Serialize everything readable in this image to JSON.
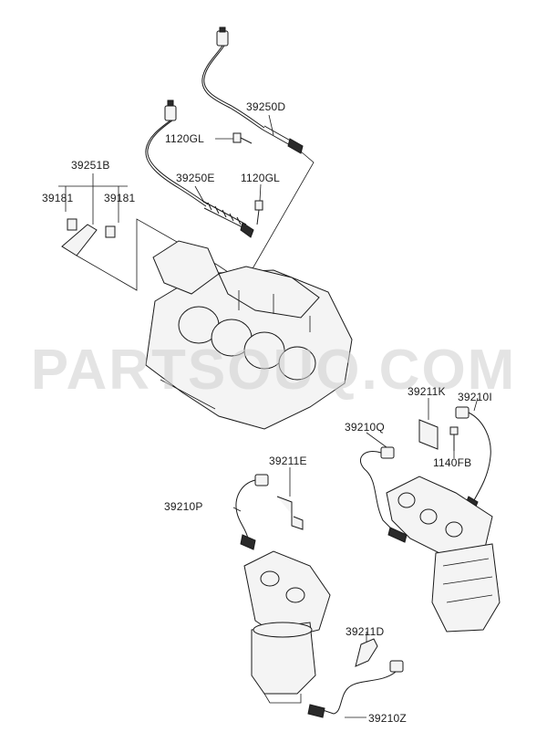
{
  "watermark": "PARTSOUQ.COM",
  "labels": {
    "p39250D": "39250D",
    "p1120GL_a": "1120GL",
    "p39251B": "39251B",
    "p39181_a": "39181",
    "p39181_b": "39181",
    "p39250E": "39250E",
    "p1120GL_b": "1120GL",
    "p39211K": "39211K",
    "p39210I": "39210I",
    "p39210Q": "39210Q",
    "p1140FB": "1140FB",
    "p39211E": "39211E",
    "p39210P": "39210P",
    "p39211D": "39211D",
    "p39210Z": "39210Z"
  }
}
